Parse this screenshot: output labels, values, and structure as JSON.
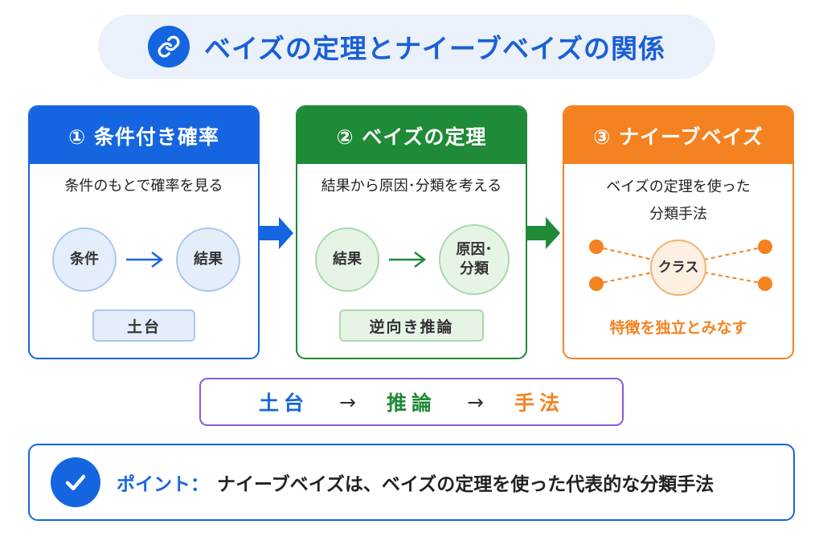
{
  "title": "ベイズの定理とナイーブベイズの関係",
  "cards": [
    {
      "heading": "① 条件付き確率",
      "subtitle": "条件のもとで確率を見る",
      "node_left": "条件",
      "node_right": "結果",
      "tag": "土台"
    },
    {
      "heading": "② ベイズの定理",
      "subtitle": "結果から原因･分類を考える",
      "node_left": "結果",
      "node_right_line1": "原因･",
      "node_right_line2": "分類",
      "tag": "逆向き推論"
    },
    {
      "heading": "③ ナイーブベイズ",
      "subtitle_line1": "ベイズの定理を使った",
      "subtitle_line2": "分類手法",
      "node_center": "クラス",
      "caption": "特徴を独立とみなす"
    }
  ],
  "flow": {
    "step1": "土台",
    "arrow": "→",
    "step2": "推論",
    "step3": "手法"
  },
  "point": {
    "label": "ポイント：",
    "text": "ナイーブベイズは、ベイズの定理を使った代表的な分類手法"
  },
  "colors": {
    "blue": "#1565e0",
    "green": "#1f8a37",
    "orange": "#f58220",
    "purple": "#8a5cd6"
  },
  "icons": {
    "title": "link-icon",
    "point": "check-circle-icon"
  }
}
